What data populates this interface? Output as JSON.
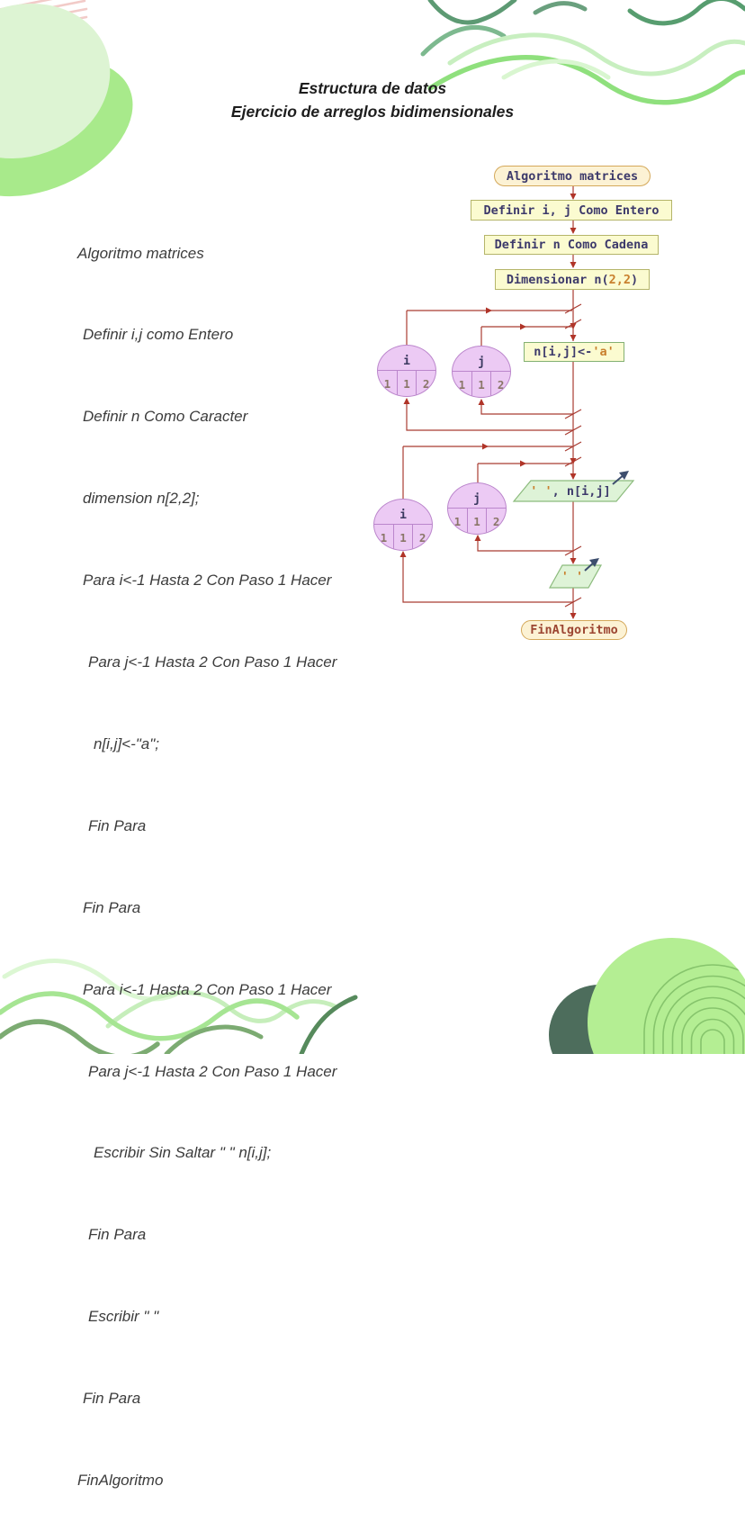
{
  "title": {
    "line1": "Estructura de datos",
    "line2": "Ejercicio de arreglos bidimensionales"
  },
  "code": {
    "lines": [
      {
        "text": "Algoritmo matrices"
      },
      {
        "text": "Definir i,j como Entero"
      },
      {
        "text": "Definir n Como Caracter"
      },
      {
        "text": "dimension n[2,2];"
      },
      {
        "text": "Para i<-1 Hasta 2 Con Paso 1 Hacer"
      },
      {
        "text": "Para j<-1 Hasta 2 Con Paso 1 Hacer"
      },
      {
        "text": "n[i,j]<-\"a\";"
      },
      {
        "text": "Fin Para"
      },
      {
        "text": "Fin Para"
      },
      {
        "text": "Para i<-1 Hasta 2 Con Paso 1 Hacer"
      },
      {
        "text": "Para j<-1 Hasta 2 Con Paso 1 Hacer"
      },
      {
        "text": "Escribir Sin Saltar \" \" n[i,j];"
      },
      {
        "text": "Fin Para"
      },
      {
        "text": "Escribir \" \""
      },
      {
        "text": "Fin Para"
      },
      {
        "text": "FinAlgoritmo"
      }
    ]
  },
  "flowchart": {
    "start_label": "Algoritmo matrices",
    "define_int": "Definir i, j Como Entero",
    "define_str": "Definir n Como Cadena",
    "dimension": {
      "pre": "Dimensionar n(",
      "args": "2,2",
      "post": ")"
    },
    "assign": {
      "pre": "n[i,j]<-",
      "value": "'a'"
    },
    "output_item": {
      "value": "' '",
      "rest": ", n[i,j]"
    },
    "output_newline": {
      "value": "' '"
    },
    "end_label": "FinAlgoritmo",
    "loops": [
      {
        "var": "i",
        "from": "1",
        "step": "1",
        "to": "2"
      },
      {
        "var": "j",
        "from": "1",
        "step": "1",
        "to": "2"
      },
      {
        "var": "i",
        "from": "1",
        "step": "1",
        "to": "2"
      },
      {
        "var": "j",
        "from": "1",
        "step": "1",
        "to": "2"
      }
    ],
    "colors": {
      "connector": "#a93c32",
      "accent_orange": "#c9802e",
      "node_text": "#3d3a6b",
      "terminator_bg": "#fcf2d4",
      "process_bg": "#fbfbd0",
      "loop_circle_bg": "#eccaf4",
      "output_bg": "#def3d7"
    }
  }
}
